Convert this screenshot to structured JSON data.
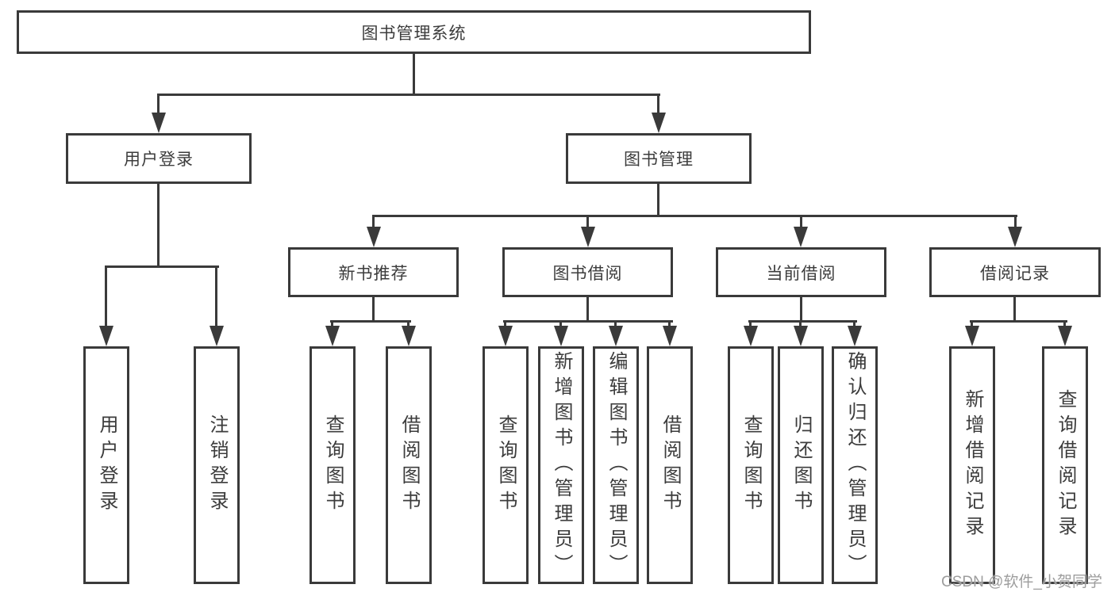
{
  "diagram": {
    "root": "图书管理系统",
    "login": {
      "label": "用户登录",
      "children": [
        "用户登录",
        "注销登录"
      ]
    },
    "management": {
      "label": "图书管理",
      "sections": [
        {
          "label": "新书推荐",
          "children": [
            "查询图书",
            "借阅图书"
          ]
        },
        {
          "label": "图书借阅",
          "children": [
            "查询图书",
            "新增图书（管理员）",
            "编辑图书（管理员）",
            "借阅图书"
          ]
        },
        {
          "label": "当前借阅",
          "children": [
            "查询图书",
            "归还图书",
            "确认归还（管理员）"
          ]
        },
        {
          "label": "借阅记录",
          "children": [
            "新增借阅记录",
            "查询借阅记录"
          ]
        }
      ]
    }
  },
  "watermark": {
    "text": "CSDN @软件_小贺同学",
    "color": "#9d9d9d"
  },
  "colors": {
    "line": "#3a3a3a",
    "border": "#3a3a3a",
    "text": "#3c3c3c",
    "background": "#ffffff"
  }
}
